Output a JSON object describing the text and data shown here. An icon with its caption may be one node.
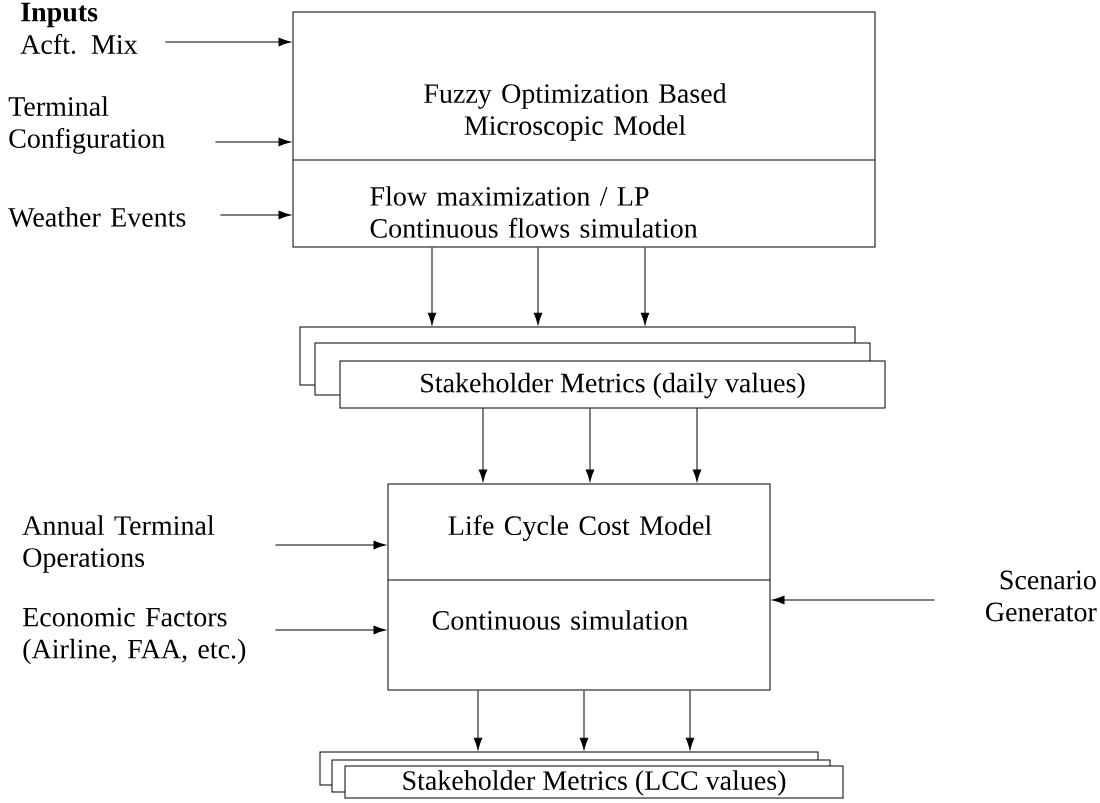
{
  "diagram": {
    "title": "Inputs",
    "nodes": [
      {
        "text": [
          "Acft. Mix"
        ]
      },
      {
        "text": [
          "Terminal Configuration"
        ]
      },
      {
        "text": [
          "Weather Events"
        ]
      },
      {
        "text": [
          "Fuzzy Optimization Based Microscopic Model",
          "Flow maximization / LP Continuous flows simulation"
        ]
      },
      {
        "text": [
          "Stakeholder Metrics (daily values)"
        ]
      },
      {
        "text": [
          "Annual Terminal Operations"
        ]
      },
      {
        "text": [
          "Economic Factors (Airline, FAA, etc.)"
        ]
      },
      {
        "text": [
          "Life Cycle Cost Model",
          "Continuous simulation"
        ]
      },
      {
        "text": [
          "Scenario Generator"
        ]
      },
      {
        "text": [
          "Stakeholder Metrics (LCC values)"
        ]
      }
    ],
    "edges": [
      {
        "from": 0,
        "to": 3,
        "arrow": "to"
      },
      {
        "from": 1,
        "to": 3,
        "arrow": "to"
      },
      {
        "from": 2,
        "to": 3,
        "arrow": "to"
      },
      {
        "from": 3,
        "to": 4,
        "arrow": "to"
      },
      {
        "from": 3,
        "to": 4,
        "arrow": "to"
      },
      {
        "from": 3,
        "to": 4,
        "arrow": "to"
      },
      {
        "from": 4,
        "to": 7,
        "arrow": "to"
      },
      {
        "from": 4,
        "to": 7,
        "arrow": "to"
      },
      {
        "from": 4,
        "to": 7,
        "arrow": "to"
      },
      {
        "from": 5,
        "to": 7,
        "arrow": "to"
      },
      {
        "from": 6,
        "to": 7,
        "arrow": "to"
      },
      {
        "from": 8,
        "to": 7,
        "arrow": "to"
      },
      {
        "from": 7,
        "to": 9,
        "arrow": "to"
      },
      {
        "from": 7,
        "to": 9,
        "arrow": "to"
      },
      {
        "from": 7,
        "to": 9,
        "arrow": "to"
      }
    ]
  }
}
